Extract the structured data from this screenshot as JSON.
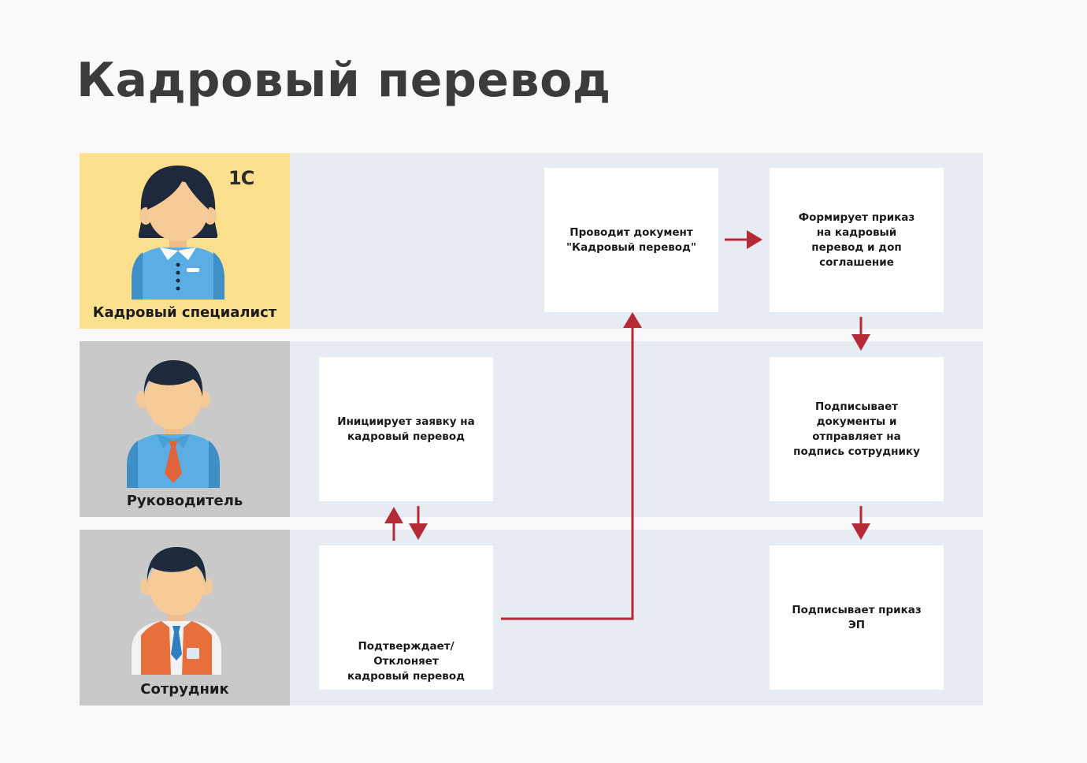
{
  "title": "Кадровый перевод",
  "roles": {
    "hr": {
      "label": "Кадровый специалист",
      "logo": "1С"
    },
    "manager": {
      "label": "Руководитель"
    },
    "employee": {
      "label": "Сотрудник"
    }
  },
  "steps": {
    "initiate": "Инициирует заявку на\nкадровый перевод",
    "confirm": "Подтверждает/Отклоняет\nкадровый перевод",
    "process": "Проводит документ\n\"Кадровый перевод\"",
    "form_order": "Формирует приказ\nна кадровый\nперевод и доп\nсоглашение",
    "sign_send": "Подписывает\nдокументы и\nотправляет на\nподпись сотруднику",
    "sign_order": "Подписывает приказ\nЭП"
  },
  "colors": {
    "hr_lane_header": "#fde08d",
    "other_lane_header": "#c9c9c9",
    "lane_background": "#e7ebf2",
    "arrow": "#b52a36"
  },
  "icons": {
    "hr": "female-specialist-avatar-icon",
    "manager": "manager-with-tie-avatar-icon",
    "employee": "employee-in-vest-avatar-icon"
  }
}
